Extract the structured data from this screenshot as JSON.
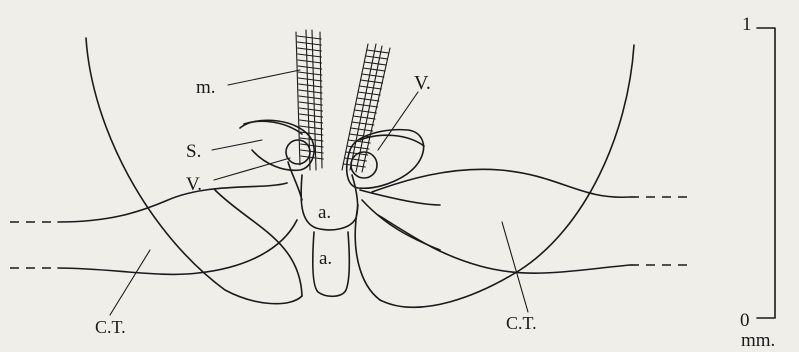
{
  "labels": {
    "m": "m.",
    "v_upper": "V.",
    "s": "S.",
    "v_lower": "V.",
    "a_upper": "a.",
    "a_lower": "a.",
    "ct_left": "C.T.",
    "ct_right": "C.T."
  },
  "scale": {
    "top": "1",
    "bottom": "0",
    "unit": "mm."
  },
  "colors": {
    "paper": "#efeee9",
    "ink": "#1a1a1a"
  }
}
